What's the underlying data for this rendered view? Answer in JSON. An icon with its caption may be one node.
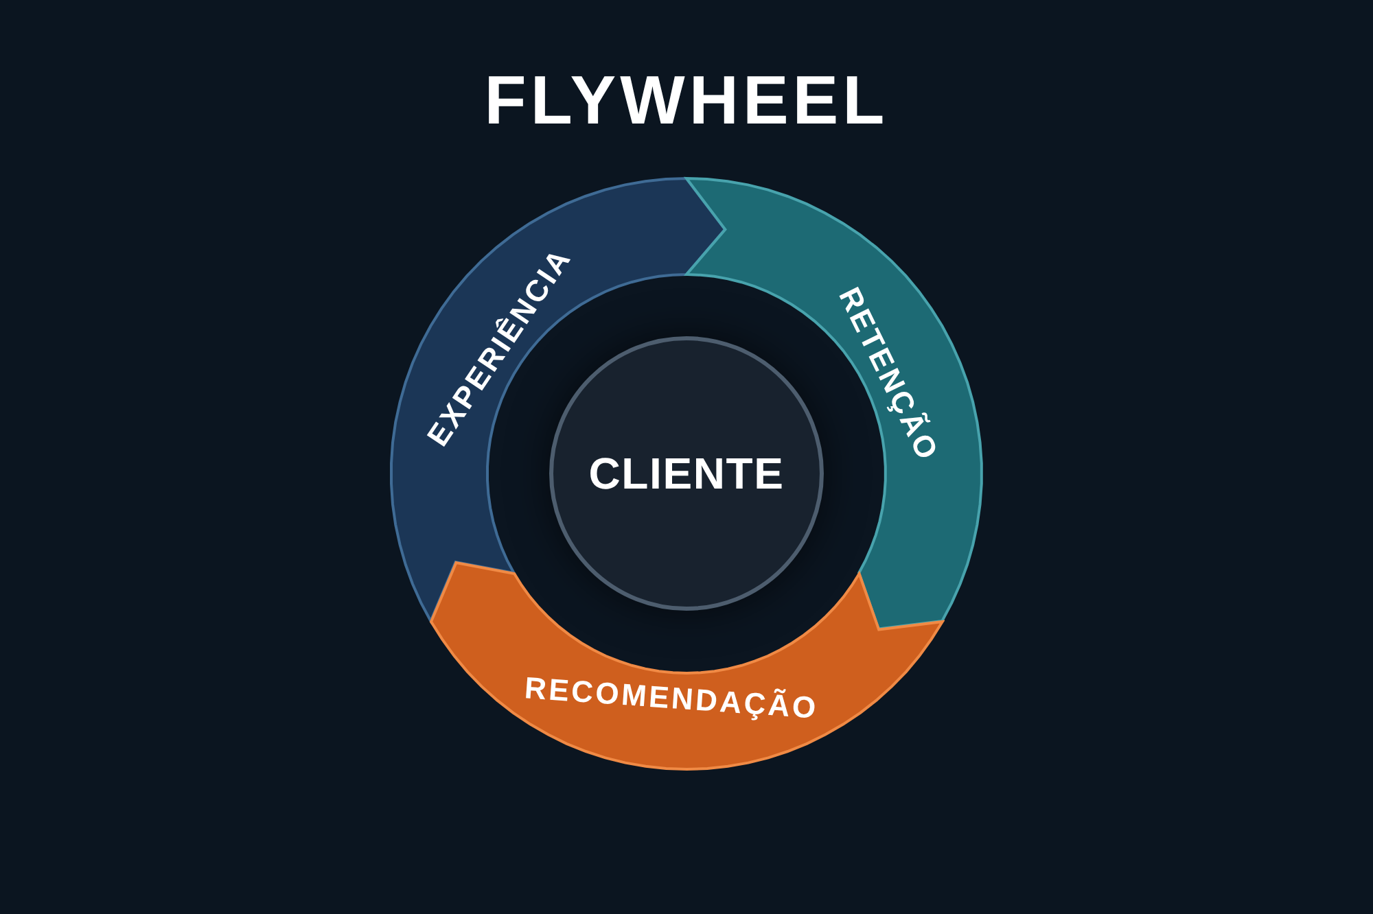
{
  "diagram": {
    "title": "FLYWHEEL",
    "nodes": [
      {
        "text": [
          "EXPERIÊNCIA"
        ]
      },
      {
        "text": [
          "RETENÇÃO"
        ]
      },
      {
        "text": [
          "RECOMENDAÇÃO"
        ]
      },
      {
        "text": [
          "CLIENTE"
        ]
      }
    ]
  }
}
